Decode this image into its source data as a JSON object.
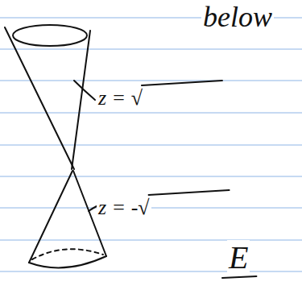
{
  "diagram": {
    "labels": [
      "below",
      "z = √",
      "z = -√",
      "E"
    ]
  }
}
